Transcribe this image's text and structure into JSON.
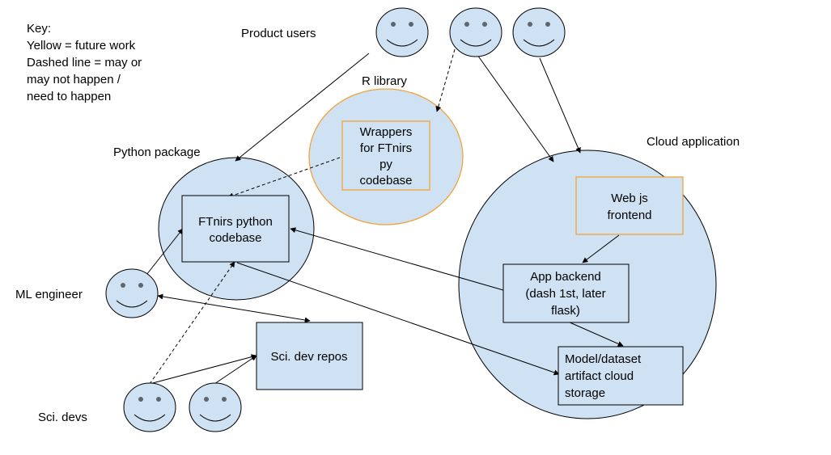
{
  "key": {
    "lines": [
      "Key:",
      "Yellow = future work",
      "Dashed line = may or",
      "may not happen /",
      "need to happen"
    ]
  },
  "groups": {
    "product_users": "Product users",
    "r_library": "R library",
    "python_package": "Python package",
    "cloud_application": "Cloud application",
    "ml_engineer": "ML engineer",
    "sci_devs": "Sci. devs"
  },
  "boxes": {
    "wrappers": [
      "Wrappers",
      "for FTnirs",
      "py",
      "codebase"
    ],
    "ftnirs": [
      "FTnirs python",
      "codebase"
    ],
    "web_frontend": [
      "Web js",
      "frontend"
    ],
    "app_backend": [
      "App backend",
      "(dash 1st, later",
      "flask)"
    ],
    "model_storage": [
      "Model/dataset",
      "artifact cloud",
      "storage"
    ],
    "sci_repos": [
      "Sci. dev repos"
    ]
  },
  "colors": {
    "fill": "#cfe2f3",
    "future_outline": "#f1a33a",
    "line": "#000000"
  },
  "icons": {
    "person": "smiley-face-icon"
  }
}
